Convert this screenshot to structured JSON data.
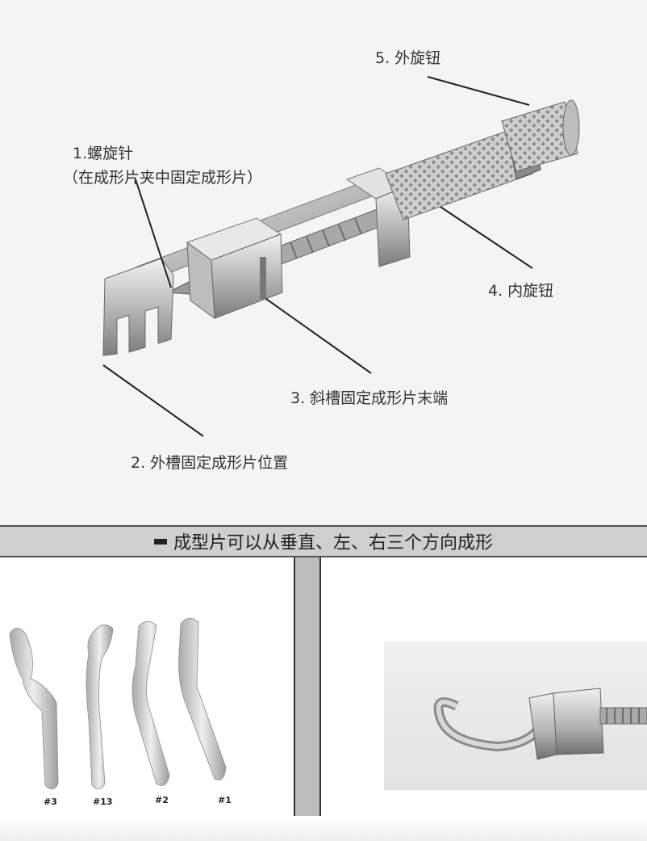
{
  "annotations": {
    "pin": "1.螺旋针",
    "pin_note": "（在成形片夹中固定成形片）",
    "outer_slot": "2. 外槽固定成形片位置",
    "diag_slot": "3. 斜槽固定成形片末端",
    "inner_knob": "4. 内旋钮",
    "outer_knob": "5. 外旋钮"
  },
  "banner": {
    "text": "成型片可以从垂直、左、右三个方向成形"
  },
  "bands": [
    "#3",
    "#13",
    "#2",
    "#1"
  ]
}
